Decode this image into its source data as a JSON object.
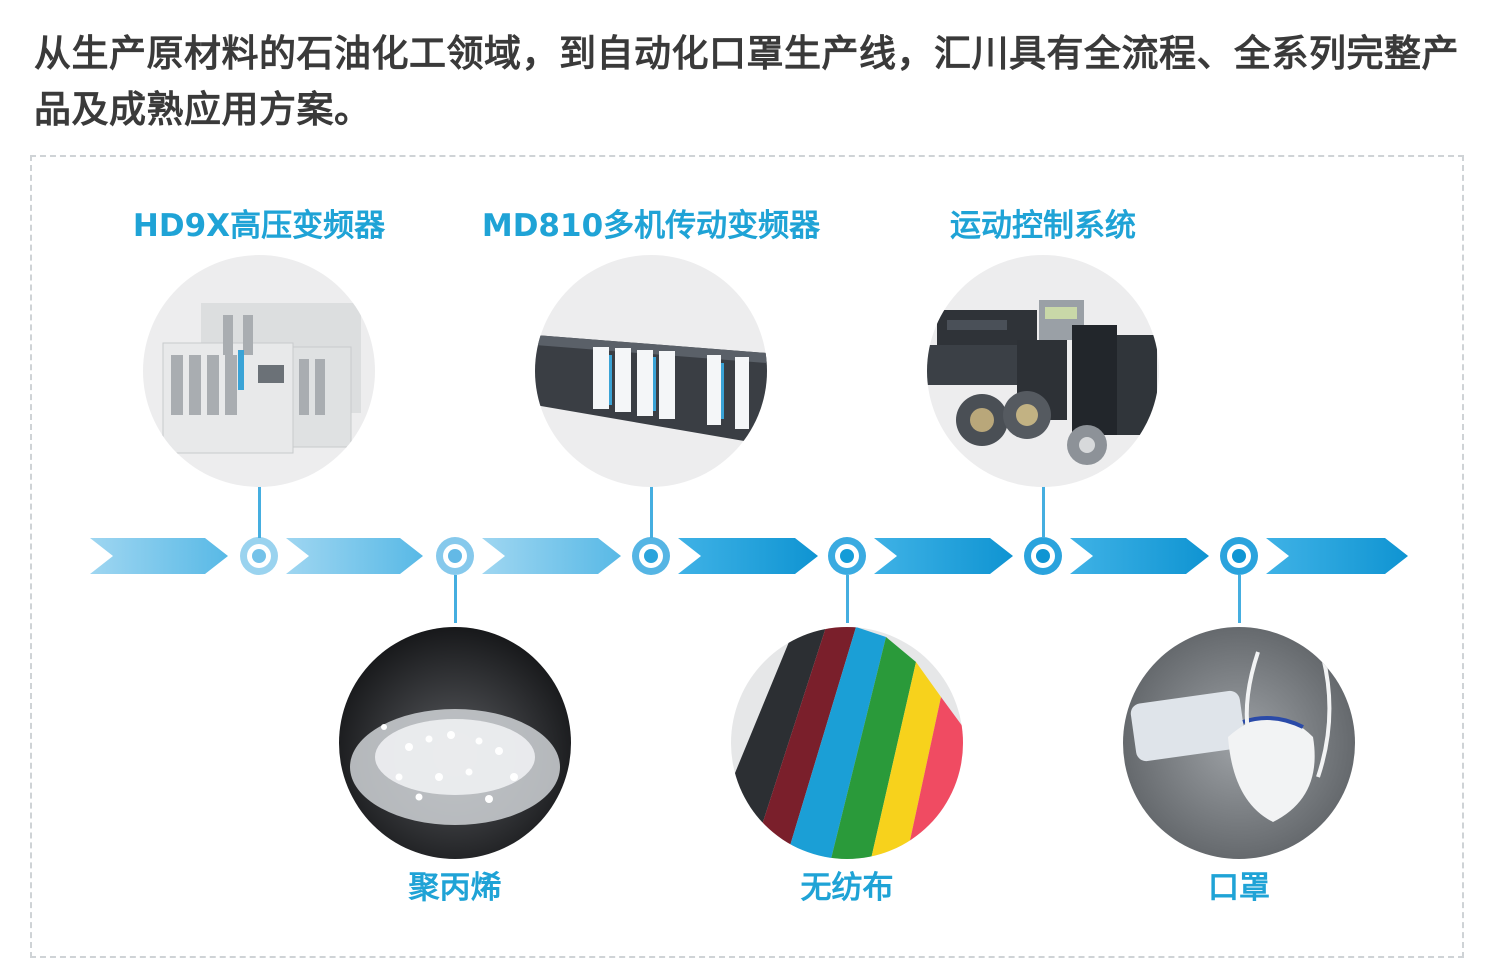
{
  "intro_text": "从生产原材料的石油化工领域，到自动化口罩生产线，汇川具有全流程、全系列完整产品及成熟应用方案。",
  "products_top": [
    {
      "label": "HD9X高压变频器",
      "icon": "high-voltage-inverter-image"
    },
    {
      "label": "MD810多机传动变频器",
      "icon": "multi-drive-inverter-image"
    },
    {
      "label": "运动控制系统",
      "icon": "motion-control-system-image"
    }
  ],
  "materials_bottom": [
    {
      "label": "聚丙烯",
      "icon": "polypropylene-pellets-image"
    },
    {
      "label": "无纺布",
      "icon": "nonwoven-fabric-image"
    },
    {
      "label": "口罩",
      "icon": "face-mask-image"
    }
  ],
  "colors": {
    "accent": "#1fa3d6",
    "arrow_light": "#7cc9ec",
    "arrow_dark": "#1aa0db",
    "border": "#cfd3d6"
  }
}
